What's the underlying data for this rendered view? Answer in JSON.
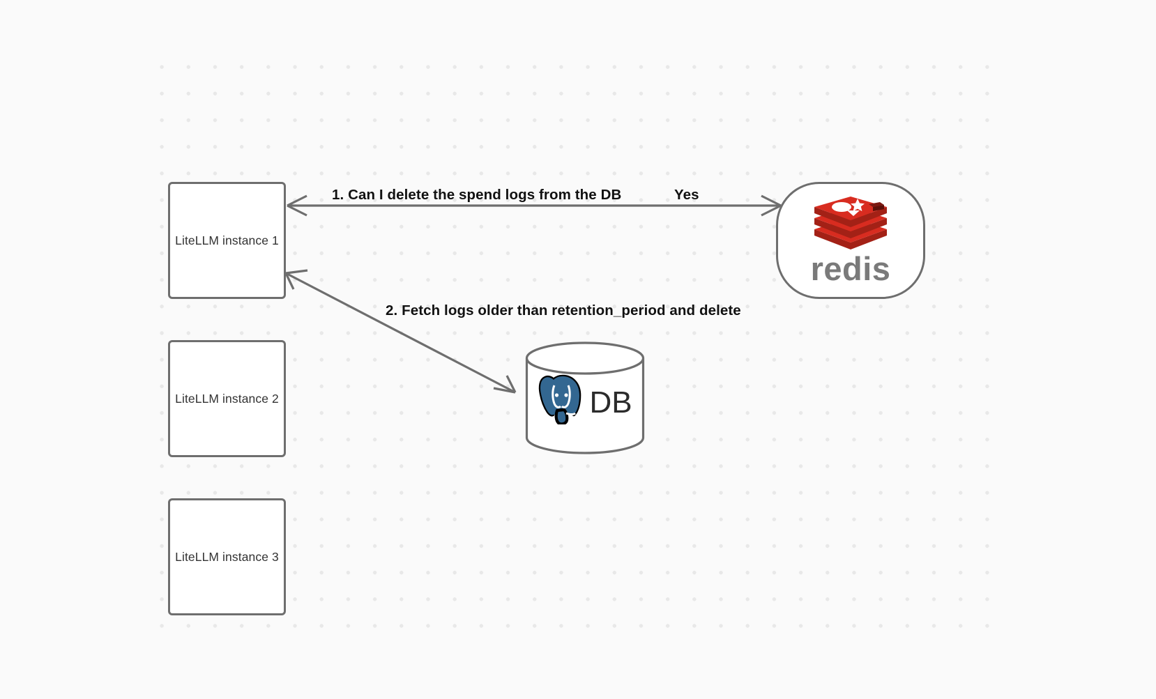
{
  "canvas": {
    "background_color": "#fafafa",
    "grid": "dot-grid",
    "grid_dot_color": "#e8e8e8"
  },
  "nodes": [
    {
      "id": "litellm-1",
      "label": "LiteLLM instance 1",
      "shape": "rounded-rectangle",
      "border_color": "#6e6e6e",
      "fill": "#ffffff"
    },
    {
      "id": "litellm-2",
      "label": "LiteLLM instance 2",
      "shape": "rounded-rectangle",
      "border_color": "#6e6e6e",
      "fill": "#ffffff"
    },
    {
      "id": "litellm-3",
      "label": "LiteLLM instance 3",
      "shape": "rounded-rectangle",
      "border_color": "#6e6e6e",
      "fill": "#ffffff"
    },
    {
      "id": "redis",
      "label": "redis",
      "shape": "stadium",
      "logo": "redis-logo",
      "logo_color": "#d82c20",
      "wordmark_color": "#7a7a7a"
    },
    {
      "id": "database",
      "label": "DB",
      "shape": "cylinder",
      "logo": "postgresql-elephant-icon",
      "logo_color": "#336791",
      "border_color": "#6e6e6e"
    }
  ],
  "edges": [
    {
      "id": "edge-1",
      "from": "redis",
      "to": "litellm-1",
      "label": "1.  Can I delete the spend logs from the DB",
      "secondary_label": "Yes",
      "color": "#6e6e6e",
      "arrows": "both"
    },
    {
      "id": "edge-2",
      "from": "database",
      "to": "litellm-1",
      "label": "2.  Fetch logs older than retention_period and delete",
      "color": "#6e6e6e",
      "arrows": "both"
    }
  ]
}
